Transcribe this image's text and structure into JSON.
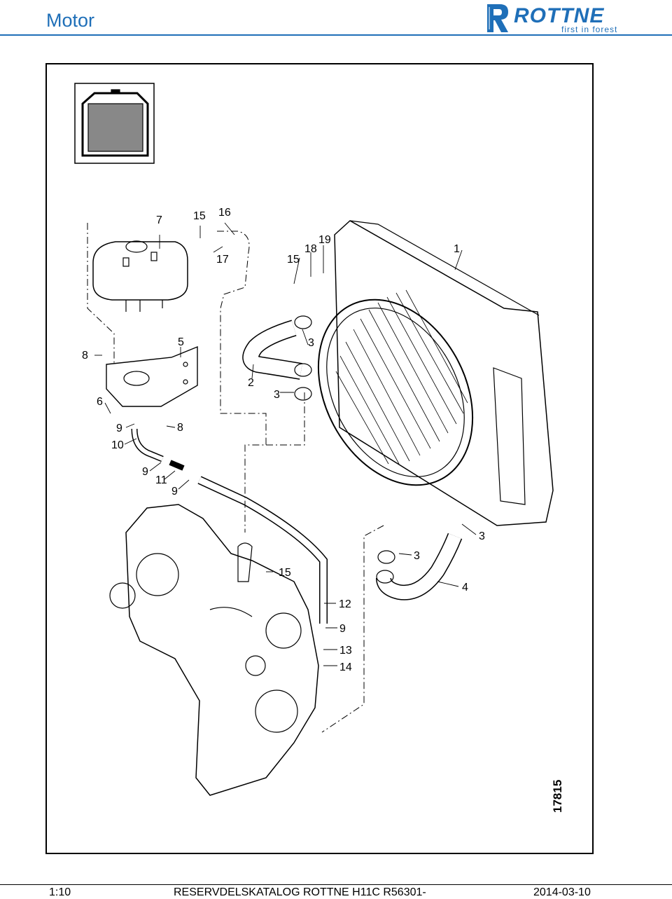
{
  "header": {
    "title": "Motor",
    "logo": {
      "name": "ROTTNE",
      "tagline": "first in forest"
    }
  },
  "drawing": {
    "number": "17815",
    "callouts": {
      "c1": "1",
      "c2": "2",
      "c3a": "3",
      "c3b": "3",
      "c3c": "3",
      "c3d": "3",
      "c4": "4",
      "c5": "5",
      "c6": "6",
      "c7": "7",
      "c8a": "8",
      "c8b": "8",
      "c9a": "9",
      "c9b": "9",
      "c9c": "9",
      "c9d": "9",
      "c10": "10",
      "c11": "11",
      "c12": "12",
      "c13": "13",
      "c14": "14",
      "c15a": "15",
      "c15b": "15",
      "c15c": "15",
      "c16": "16",
      "c17": "17",
      "c18": "18",
      "c19": "19"
    }
  },
  "footer": {
    "scale": "1:10",
    "catalog": "RESERVDELSKATALOG  ROTTNE H11C R56301-",
    "date": "2014-03-10"
  },
  "colors": {
    "brand": "#1f6fb8"
  }
}
